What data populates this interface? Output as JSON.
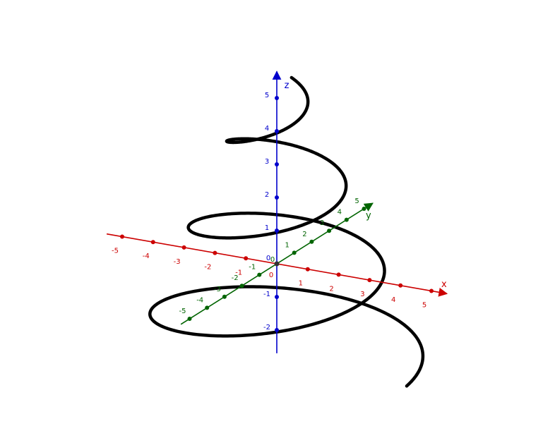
{
  "chart_data": {
    "type": "3d-curve",
    "title": "",
    "axes": {
      "x": {
        "label": "x",
        "color": "#cc0000",
        "ticks": [
          -5,
          -4,
          -3,
          -2,
          -1,
          1,
          2,
          3,
          4,
          5
        ],
        "tick_labels": [
          "-5",
          "-4",
          "-3",
          "-2",
          "-1",
          "1",
          "2",
          "3",
          "4",
          "5"
        ],
        "origin_label": "0",
        "range": [
          -5.5,
          5.5
        ]
      },
      "y": {
        "label": "y",
        "color": "#006400",
        "ticks": [
          -5,
          -4,
          -3,
          -2,
          -1,
          1,
          2,
          3,
          4,
          5
        ],
        "tick_labels": [
          "-5",
          "-4",
          "-3",
          "-2",
          "-1",
          "1",
          "2",
          "3",
          "4",
          "5"
        ],
        "origin_label": "0",
        "range": [
          -5.5,
          5.5
        ]
      },
      "z": {
        "label": "z",
        "color": "#0000cc",
        "ticks": [
          -2,
          -1,
          1,
          2,
          3,
          4,
          5
        ],
        "tick_labels": [
          "-2",
          "-1",
          "1",
          "2",
          "3",
          "4",
          "5"
        ],
        "origin_label": "0",
        "range": [
          -2.7,
          5.8
        ]
      }
    },
    "curve": {
      "shape": "conical helix",
      "color": "#000000",
      "t_start": 0,
      "t_end": 20.3,
      "z_start": -3,
      "z_end": 5.4,
      "radius_start": 4.2,
      "radius_end": 0.7
    }
  }
}
